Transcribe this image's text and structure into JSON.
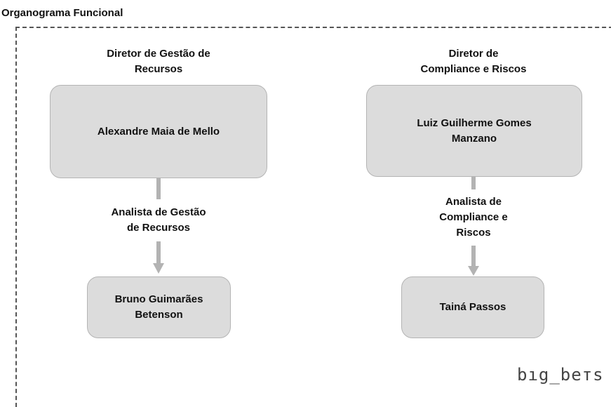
{
  "title": "Organograma Funcional",
  "left": {
    "director_role": [
      "Diretor de Gestão de",
      "Recursos"
    ],
    "director_name": [
      "Alexandre Maia de Mello"
    ],
    "analyst_role": [
      "Analista de Gestão",
      "de Recursos"
    ],
    "analyst_name": [
      "Bruno Guimarães",
      "Betenson"
    ]
  },
  "right": {
    "director_role": [
      "Diretor de",
      "Compliance e Riscos"
    ],
    "director_name": [
      "Luiz Guilherme Gomes",
      "Manzano"
    ],
    "analyst_role": [
      "Analista de",
      "Compliance e",
      "Riscos"
    ],
    "analyst_name": [
      "Tainá Passos"
    ]
  },
  "logo_text": "bıg_beтs",
  "colors": {
    "box_fill": "#dcdcdc",
    "connector": "#b3b3b3",
    "frame_dash": "#555555"
  }
}
